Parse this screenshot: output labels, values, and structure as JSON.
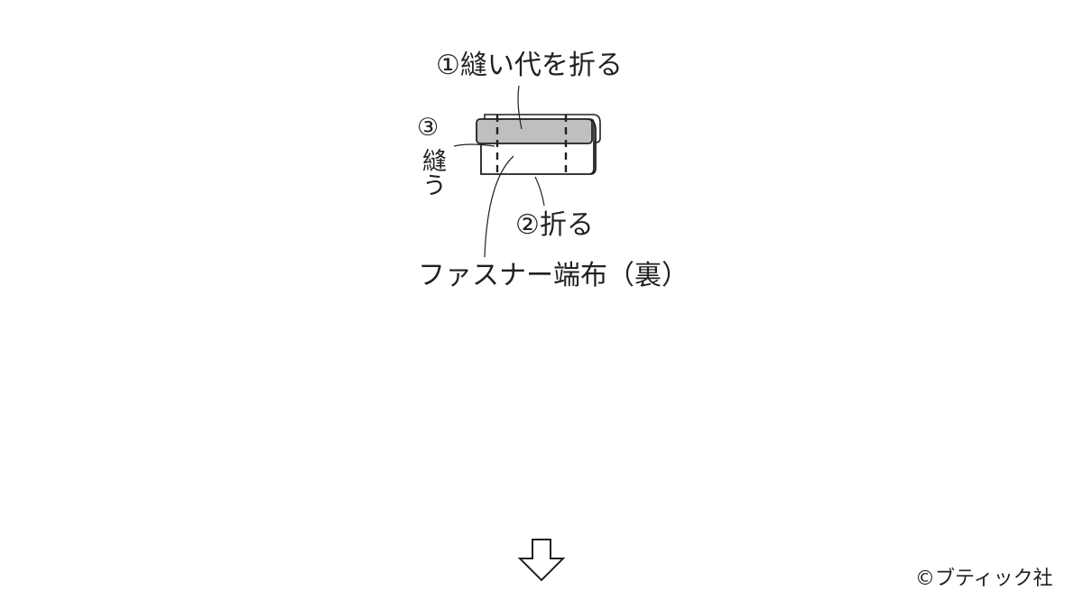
{
  "labels": {
    "step1": "①縫い代を折る",
    "step3_number": "③",
    "step3_text": "縫う",
    "step2": "②折る",
    "zipper_tape": "ファスナー端布（裏）"
  },
  "arrow_icon": "down-arrow-icon",
  "credit": "©ブティック社",
  "colors": {
    "line": "#231f20",
    "seam_allowance_fill": "#bfbfbf",
    "fabric_fill": "#ffffff"
  }
}
